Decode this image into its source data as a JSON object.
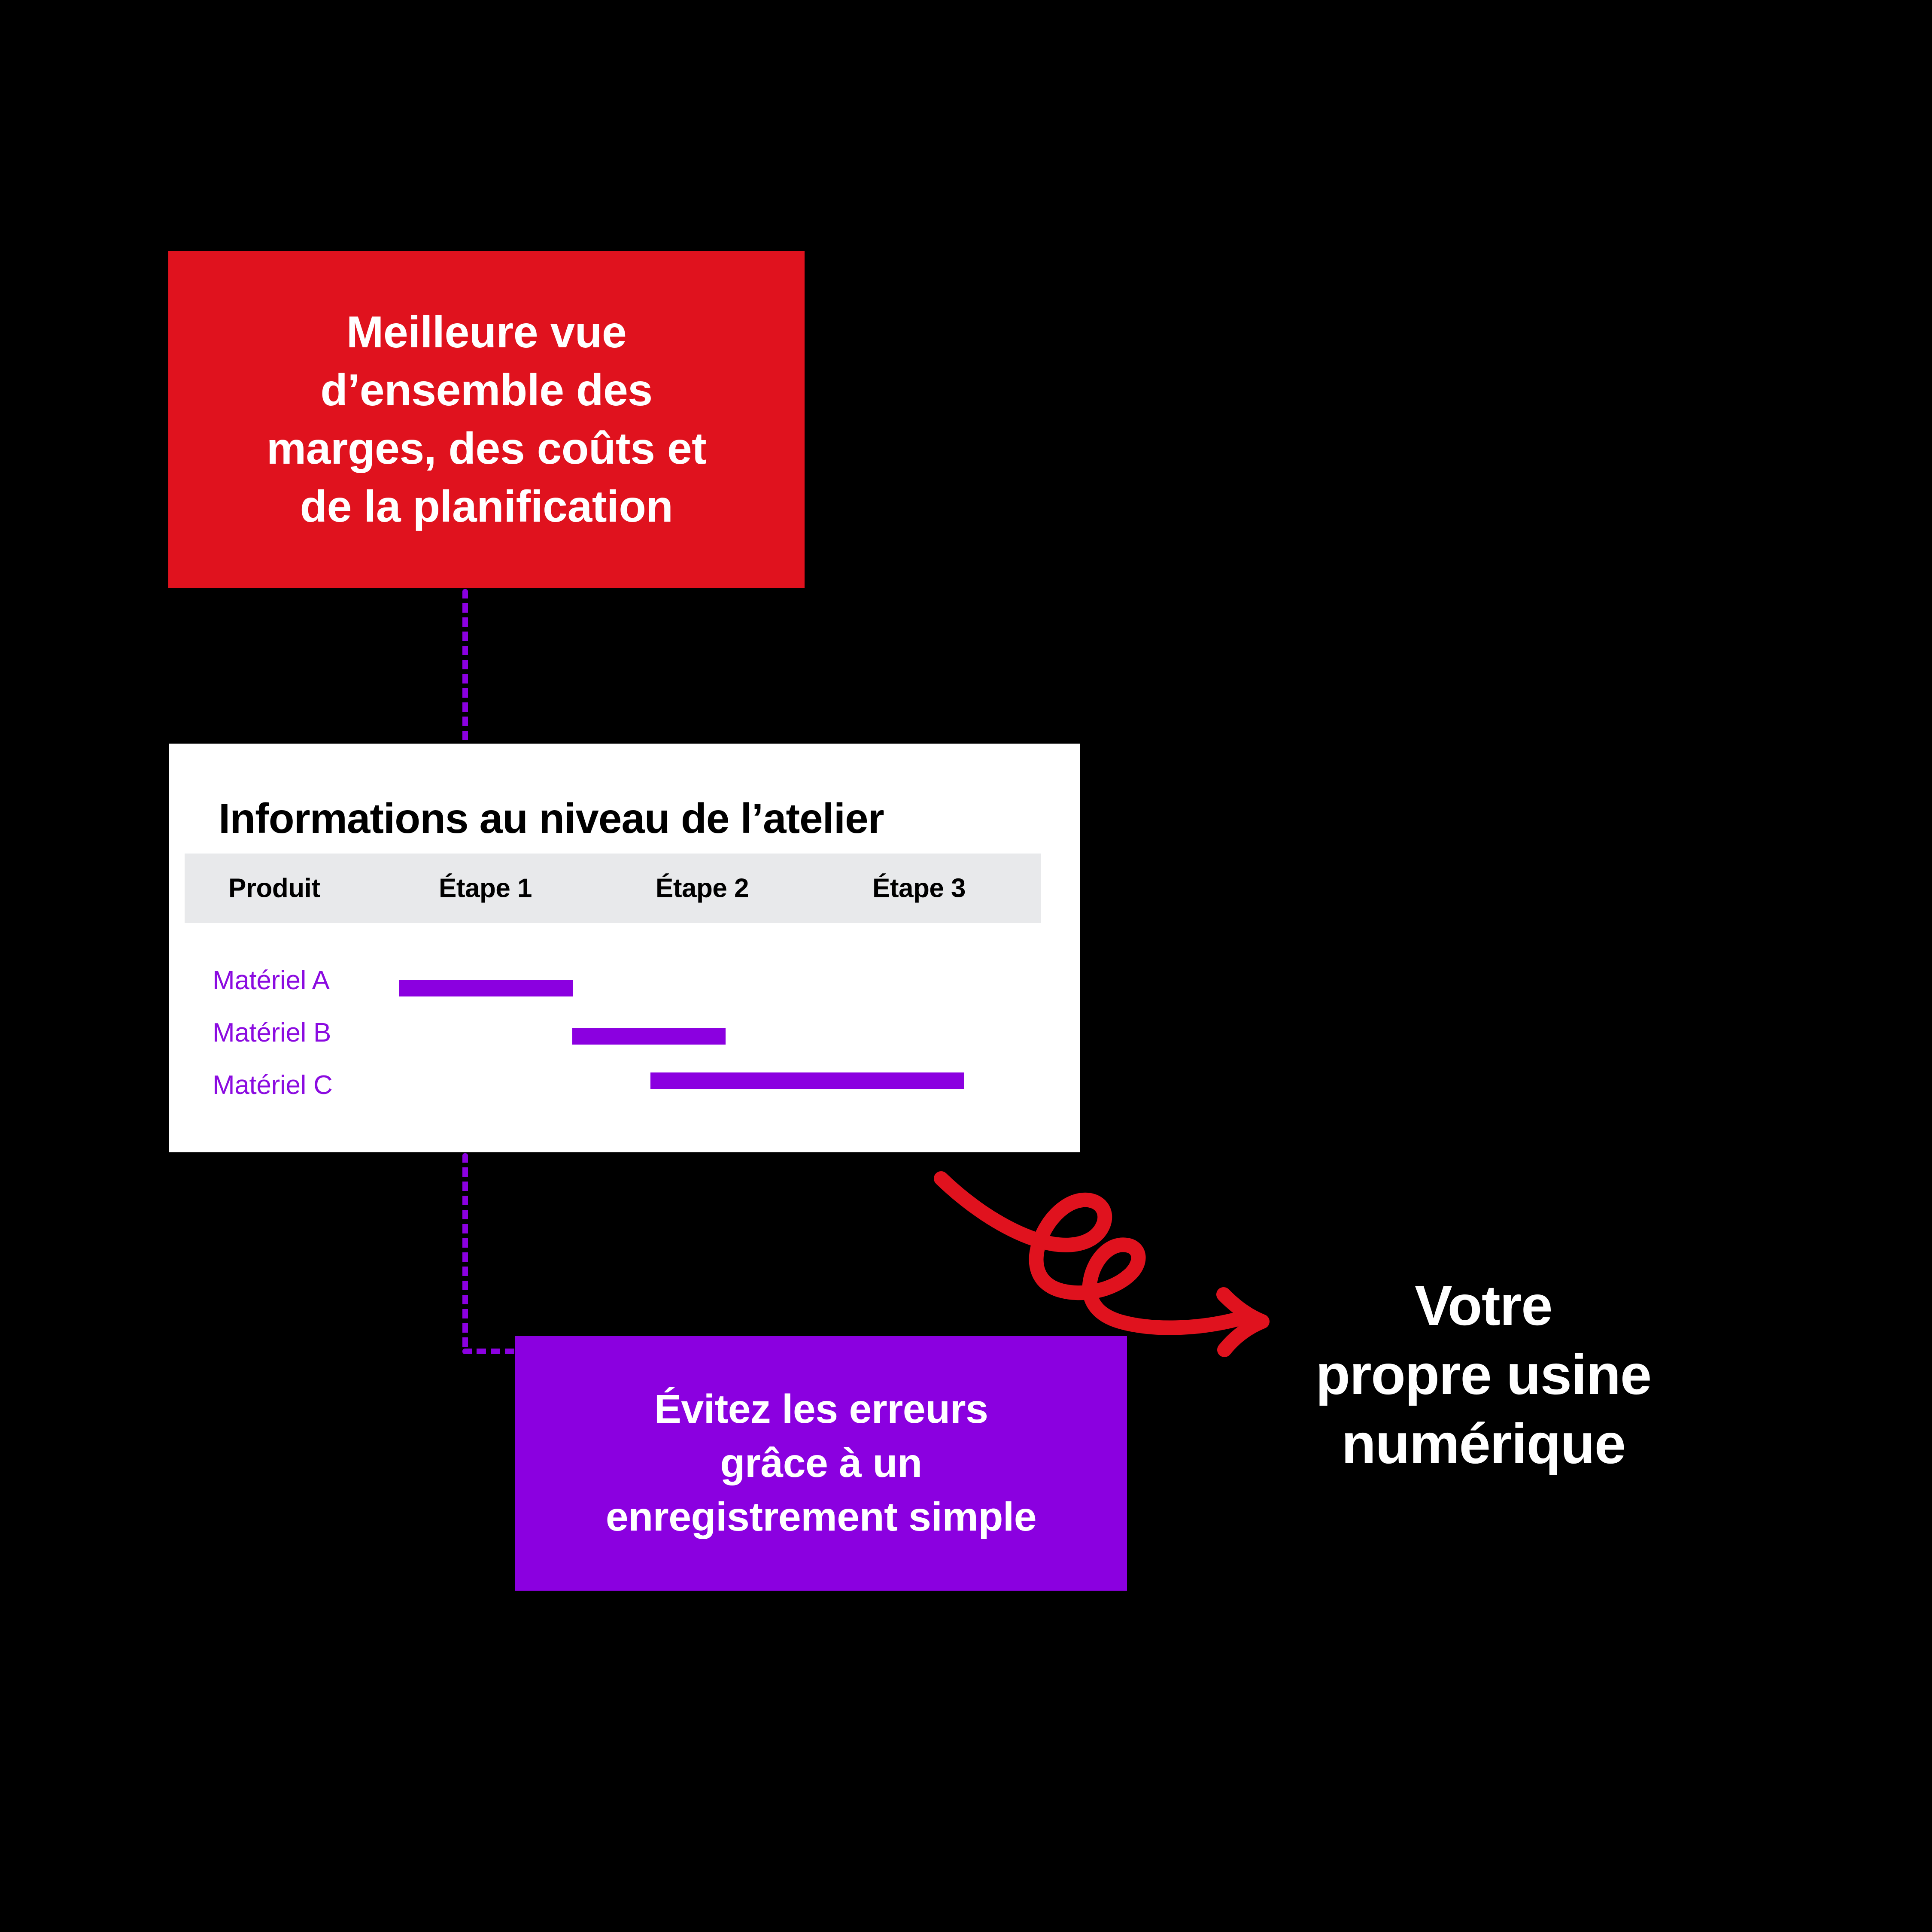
{
  "colors": {
    "background": "#000000",
    "red": "#E0121E",
    "purple": "#8B00E0",
    "purple_text": "#8B0BE0",
    "white": "#FFFFFF",
    "table_header_bg": "#E8E9EB",
    "arrow_red": "#E0121E"
  },
  "red_callout": {
    "text": "Meilleure vue\nd’ensemble des\nmarges, des coûts et\nde la planification"
  },
  "card": {
    "title": "Informations au niveau de l’atelier",
    "table": {
      "columns": [
        "Produit",
        "Étape 1",
        "Étape 2",
        "Étape 3"
      ],
      "rows": [
        {
          "product": "Matériel A",
          "bar_start_step": 1,
          "bar_span": 1
        },
        {
          "product": "Matériel B",
          "bar_start_step": 2,
          "bar_span": 1
        },
        {
          "product": "Matériel C",
          "bar_start_step": 2,
          "bar_span": 2
        }
      ]
    }
  },
  "purple_callout": {
    "text": "Évitez les erreurs\ngrâce à un\nenregistrement simple"
  },
  "headline": {
    "text": "Votre\npropre usine\nnumérique"
  },
  "icons": {
    "curly_arrow": "curly-arrow-icon",
    "dotted_connector": "dotted-connector-icon"
  }
}
